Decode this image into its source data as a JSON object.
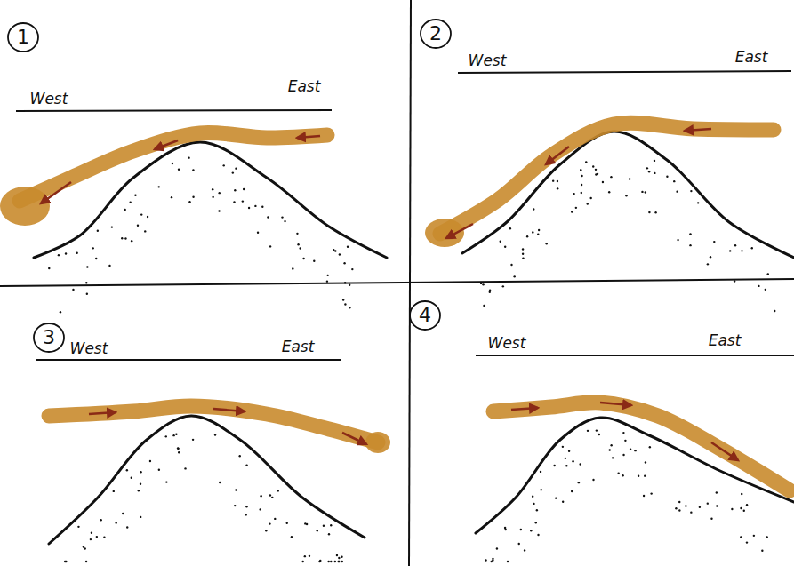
{
  "diagram": {
    "labels": [
      "1",
      "West",
      "East",
      "2",
      "West",
      "East",
      "3",
      "West",
      "East",
      "4",
      "West",
      "East"
    ]
  }
}
